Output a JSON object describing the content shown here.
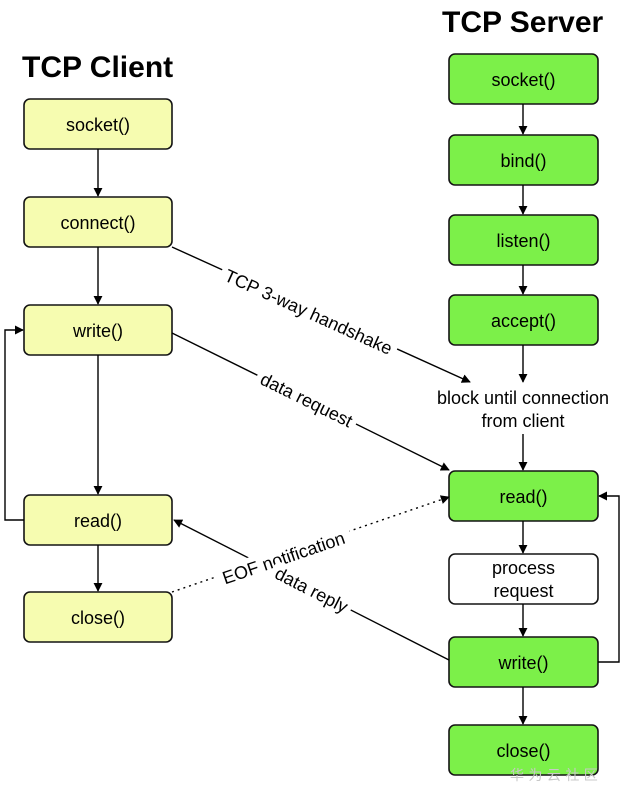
{
  "client": {
    "title": "TCP Client",
    "socket": "socket()",
    "connect": "connect()",
    "write": "write()",
    "read": "read()",
    "close": "close()"
  },
  "server": {
    "title": "TCP Server",
    "socket": "socket()",
    "bind": "bind()",
    "listen": "listen()",
    "accept": "accept()",
    "block_line1": "block until connection",
    "block_line2": "from client",
    "read": "read()",
    "process_line1": "process",
    "process_line2": "request",
    "write": "write()",
    "close": "close()"
  },
  "edges": {
    "handshake": "TCP 3-way handshake",
    "data_request": "data request",
    "eof_notification": "EOF notification",
    "data_reply": "data reply"
  },
  "watermark": "华 为 云 社 区",
  "colors": {
    "client_box": "#f6fcb0",
    "server_box": "#7cf049",
    "process_box": "#ffffff"
  }
}
